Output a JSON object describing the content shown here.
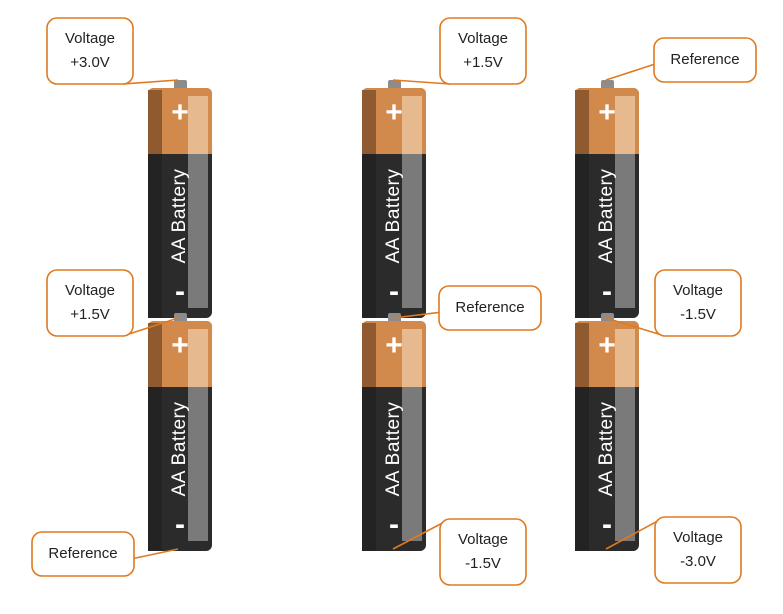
{
  "colors": {
    "callout_border": "#e07a1f",
    "copper": "#d18a4b",
    "copper_dark": "#8f5a30",
    "copper_light": "#e7b98f",
    "body_dark": "#2b2b2b",
    "body_mid": "#3f3f3f",
    "highlight": "#7a7a7a",
    "terminal": "#8c8c8c",
    "label_text": "#ffffff"
  },
  "battery": {
    "label": "AA Battery",
    "plus": "+",
    "minus": "-"
  },
  "columns": [
    {
      "id": "col1",
      "callouts": [
        {
          "id": "c1-top",
          "lines": [
            "Voltage",
            "+3.0V"
          ]
        },
        {
          "id": "c1-mid",
          "lines": [
            "Voltage",
            "+1.5V"
          ]
        },
        {
          "id": "c1-bottom",
          "lines": [
            "Reference"
          ]
        }
      ]
    },
    {
      "id": "col2",
      "callouts": [
        {
          "id": "c2-top",
          "lines": [
            "Voltage",
            "+1.5V"
          ]
        },
        {
          "id": "c2-mid",
          "lines": [
            "Reference"
          ]
        },
        {
          "id": "c2-bottom",
          "lines": [
            "Voltage",
            "-1.5V"
          ]
        }
      ]
    },
    {
      "id": "col3",
      "callouts": [
        {
          "id": "c3-top",
          "lines": [
            "Reference"
          ]
        },
        {
          "id": "c3-mid",
          "lines": [
            "Voltage",
            "-1.5V"
          ]
        },
        {
          "id": "c3-bottom",
          "lines": [
            "Voltage",
            "-3.0V"
          ]
        }
      ]
    }
  ]
}
